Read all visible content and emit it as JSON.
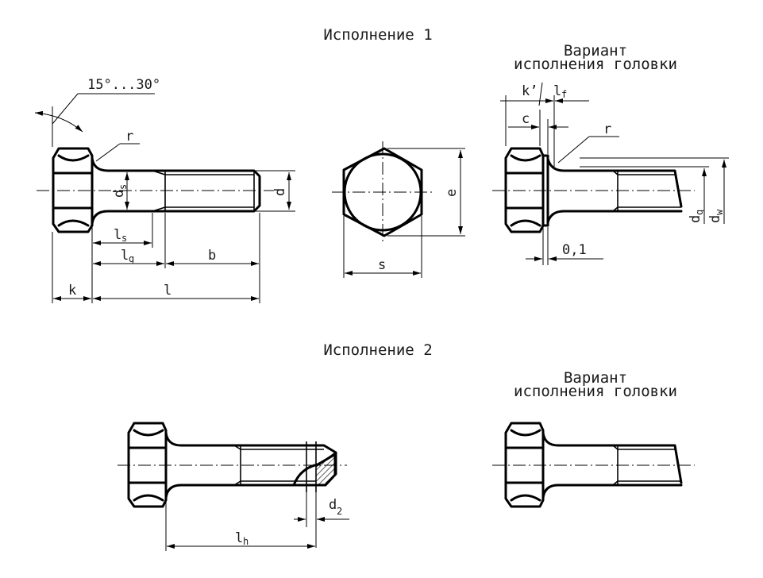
{
  "headings": {
    "variant1": "Исполнение 1",
    "variant2": "Исполнение 2",
    "head_option_1_line1": "Вариант",
    "head_option_1_line2": "исполнения головки",
    "head_option_2_line1": "Вариант",
    "head_option_2_line2": "исполнения головки"
  },
  "labels": {
    "angle": "15°...30°",
    "r": "r",
    "ds_main": "d",
    "ds_sub": "s",
    "d": "d",
    "ls_main": "l",
    "ls_sub": "s",
    "lg_main": "l",
    "lg_sub": "g",
    "b": "b",
    "k": "k",
    "l": "l",
    "e": "e",
    "s": "s",
    "k_prime": "k’",
    "lf_main": "l",
    "lf_sub": "f",
    "c": "c",
    "r2": "r",
    "dq_main": "d",
    "dq_sub": "q",
    "dw_main": "d",
    "dw_sub": "w",
    "tol": "0,1",
    "d2_main": "d",
    "d2_sub": "2",
    "lh_main": "l",
    "lh_sub": "h"
  },
  "colors": {
    "line": "#000000",
    "background": "#ffffff"
  }
}
